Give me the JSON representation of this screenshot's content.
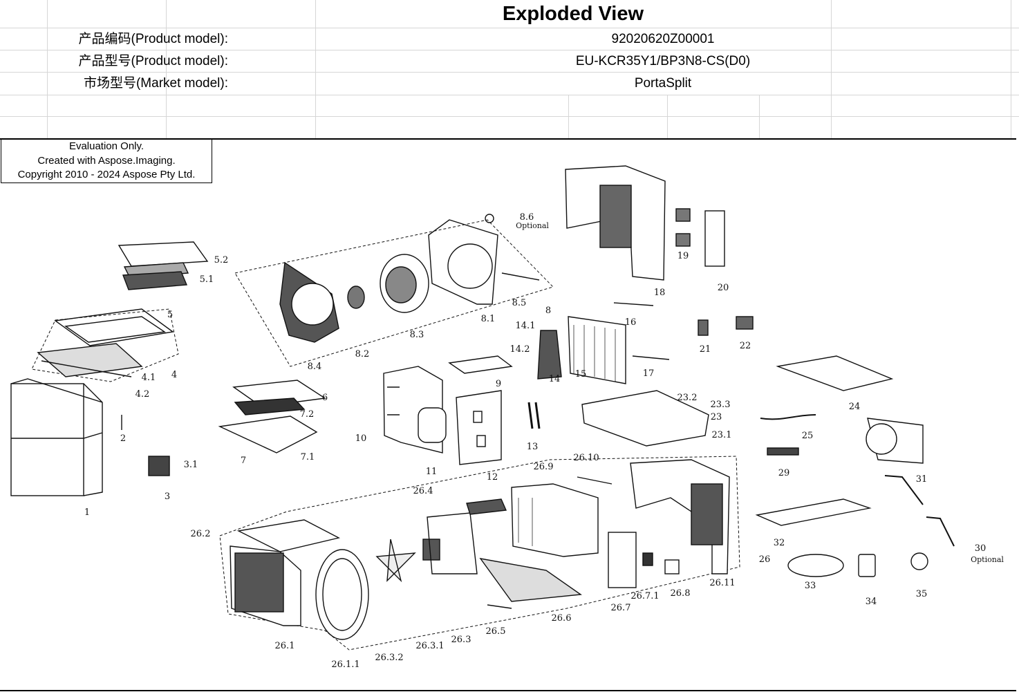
{
  "header": {
    "title": "Exploded View",
    "rows": [
      {
        "label": "产品编码(Product model):",
        "value": "92020620Z00001"
      },
      {
        "label": "产品型号(Product model):",
        "value": "EU-KCR35Y1/BP3N8-CS(D0)"
      },
      {
        "label": "市场型号(Market model):",
        "value": "PortaSplit"
      }
    ]
  },
  "watermark": {
    "line1": "Evaluation Only.",
    "line2": "Created with Aspose.Imaging.",
    "line3": "Copyright 2010 - 2024 Aspose Pty Ltd."
  },
  "diagram": {
    "part_labels": [
      "1",
      "2",
      "3",
      "3.1",
      "4",
      "4.1",
      "4.2",
      "5",
      "5.1",
      "5.2",
      "6",
      "7",
      "7.1",
      "7.2",
      "8",
      "8.1",
      "8.2",
      "8.3",
      "8.4",
      "8.5",
      "8.6",
      "9",
      "10",
      "11",
      "12",
      "13",
      "14",
      "14.1",
      "14.2",
      "15",
      "16",
      "17",
      "18",
      "19",
      "20",
      "21",
      "22",
      "23",
      "23.1",
      "23.2",
      "23.3",
      "24",
      "25",
      "26",
      "26.1",
      "26.1.1",
      "26.2",
      "26.3",
      "26.3.1",
      "26.3.2",
      "26.4",
      "26.5",
      "26.6",
      "26.7",
      "26.7.1",
      "26.8",
      "26.9",
      "26.10",
      "26.11",
      "29",
      "30",
      "31",
      "32",
      "33",
      "34",
      "35"
    ],
    "optional_note": "Optional",
    "optional_note_alt": "Optional"
  },
  "colors": {
    "grid": "#d6d6d6",
    "ink": "#111111",
    "background": "#ffffff"
  }
}
